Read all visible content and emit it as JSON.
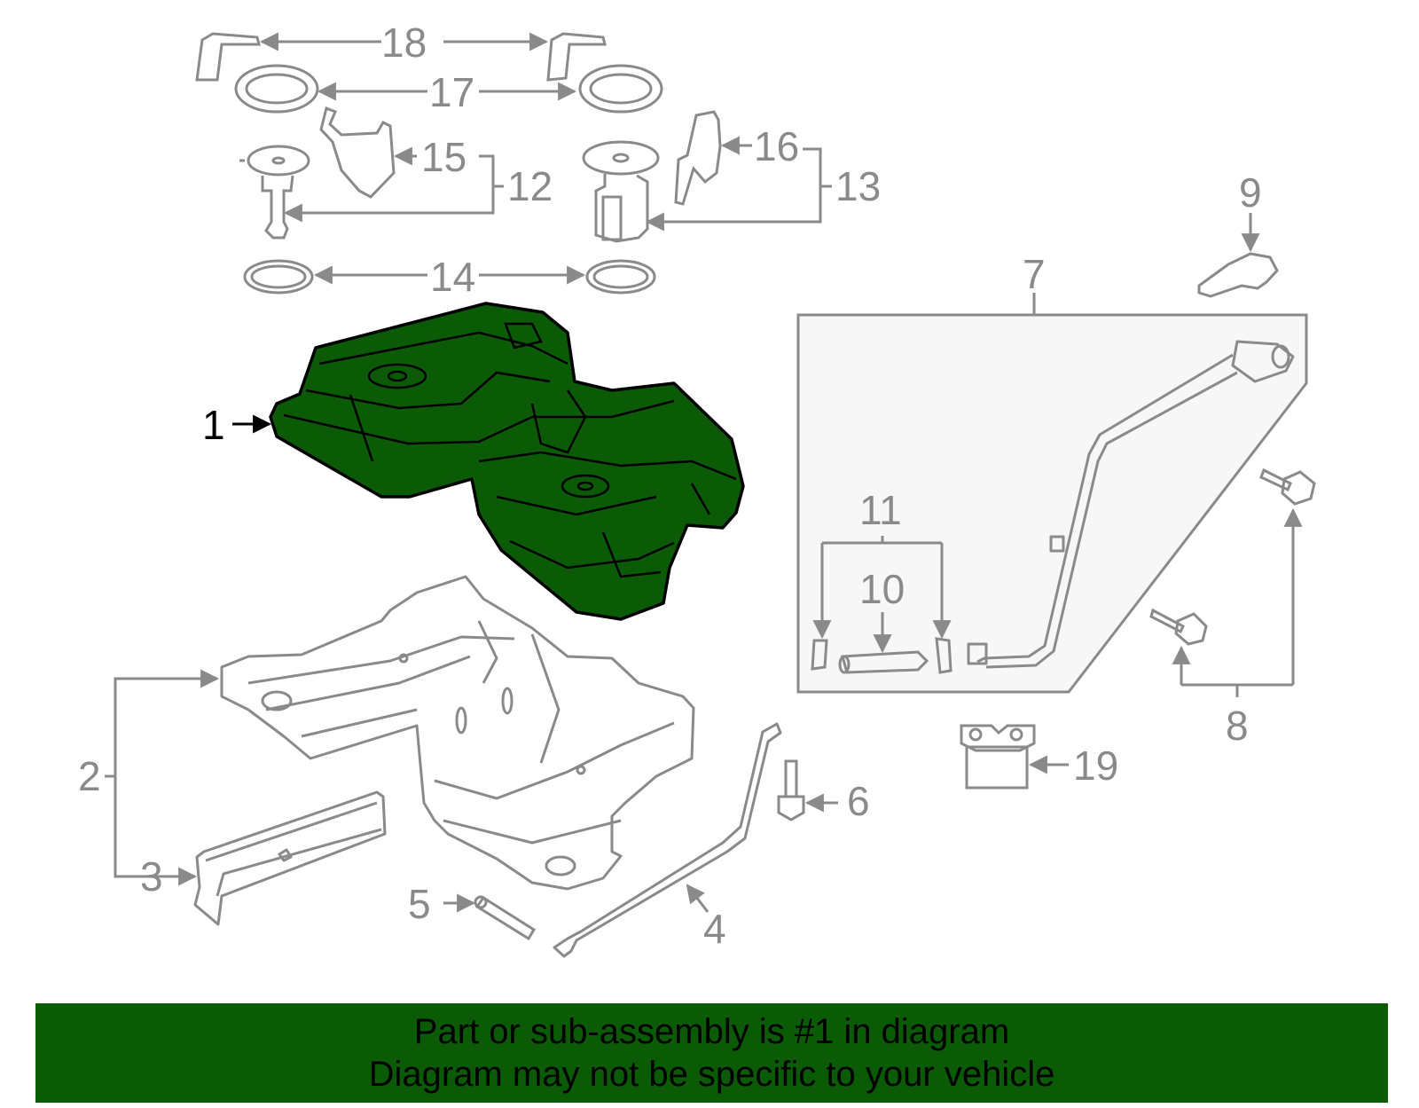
{
  "diagram": {
    "highlight_color": "#0a5a06",
    "line_color": "#8a8a8a",
    "callouts": {
      "c1": "1",
      "c2": "2",
      "c3": "3",
      "c4": "4",
      "c5": "5",
      "c6": "6",
      "c7": "7",
      "c8": "8",
      "c9": "9",
      "c10": "10",
      "c11": "11",
      "c12": "12",
      "c13": "13",
      "c14": "14",
      "c15": "15",
      "c16": "16",
      "c17": "17",
      "c18": "18",
      "c19": "19"
    }
  },
  "footer": {
    "line1": "Part or sub-assembly is #1 in diagram",
    "line2": "Diagram may not be specific to your vehicle",
    "background": "#0a5a06"
  }
}
